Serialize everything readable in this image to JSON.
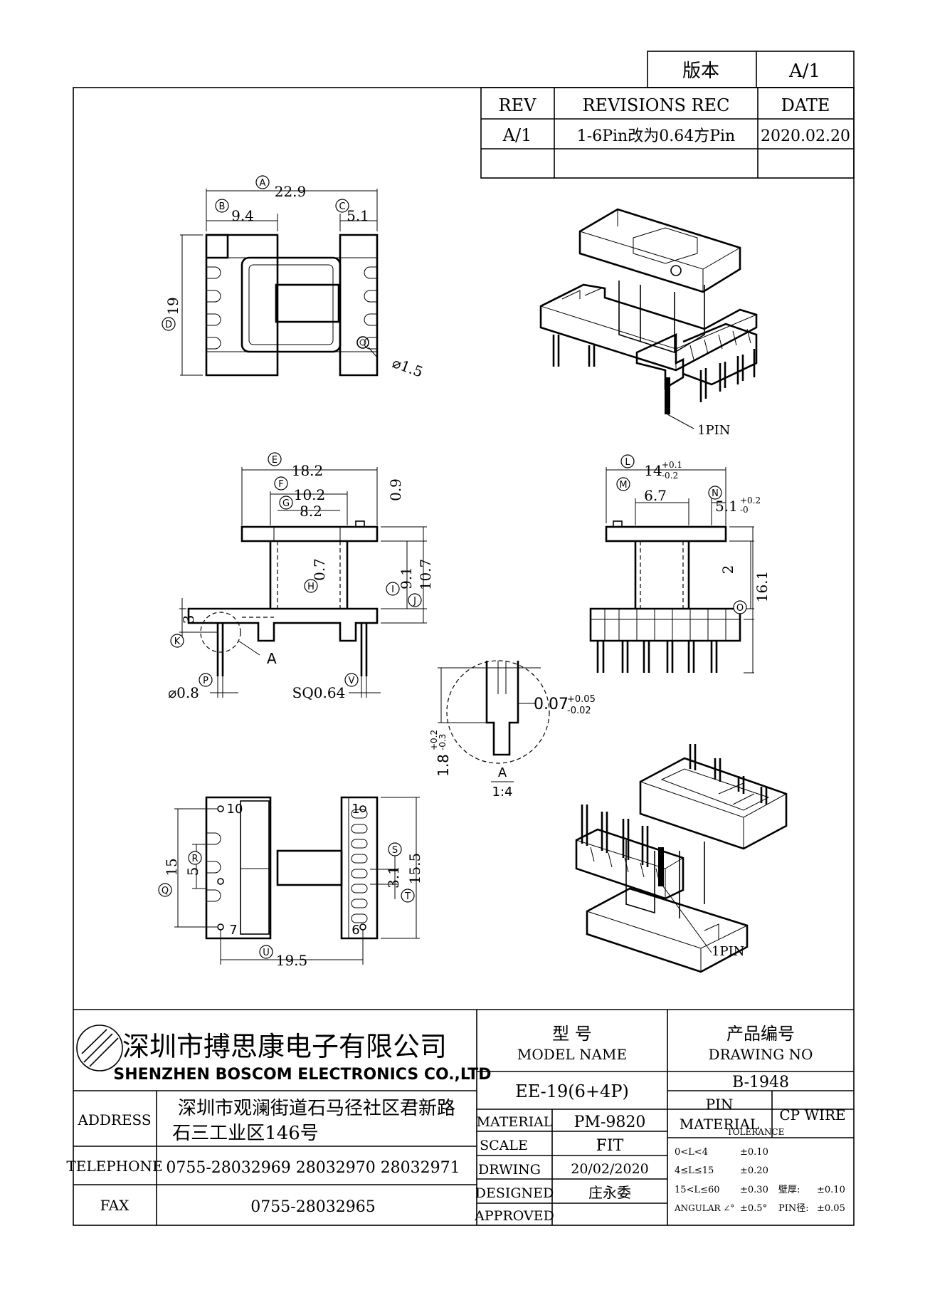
{
  "version_box": {
    "label": "版本",
    "value": "A/1"
  },
  "revisions": {
    "headers": {
      "rev": "REV",
      "rec": "REVISIONS REC",
      "date": "DATE"
    },
    "rows": [
      {
        "rev": "A/1",
        "rec": "1-6Pin改为0.64方Pin",
        "date": "2020.02.20"
      }
    ]
  },
  "drawing": {
    "top_view": {
      "A": "A",
      "A_val": "22.9",
      "B": "B",
      "B_val": "9.4",
      "C": "C",
      "C_val": "5.1",
      "D": "D",
      "D_val": "19",
      "hole": "⌀1.5"
    },
    "front_view": {
      "E": "E",
      "E_val": "18.2",
      "F": "F",
      "F_val": "10.2",
      "G": "G",
      "G_val": "8.2",
      "H": "H",
      "H_val": "0.7",
      "top_dim": "0.9",
      "I": "I",
      "I_val": "9.1",
      "J": "J",
      "J_val": "10.7",
      "K": "K",
      "K_val": "3",
      "P": "P",
      "P_val": "⌀0.8",
      "V": "V",
      "V_val": "SQ0.64",
      "detail_ref": "A"
    },
    "side_view": {
      "L": "L",
      "L_val": "14",
      "L_tol_up": "+0.1",
      "L_tol_dn": "-0.2",
      "M": "M",
      "M_val": "6.7",
      "N": "N",
      "N_val": "5.1",
      "N_tol_up": "+0.2",
      "N_tol_dn": "-0",
      "h2": "2",
      "O": "O",
      "O_val": "16.1"
    },
    "detail": {
      "slot": "0.07",
      "slot_up": "+0.05",
      "slot_dn": "-0.02",
      "len": "1.8",
      "len_up": "+0.2",
      "len_dn": "-0.3",
      "name": "A",
      "scale": "1:4"
    },
    "bottom_view": {
      "Q": "Q",
      "Q_val": "15",
      "R": "R",
      "R_val": "5",
      "S": "S",
      "S_val": "3.1",
      "T": "T",
      "T_val": "15.5",
      "U": "U",
      "U_val": "19.5",
      "pin10": "10",
      "pin1": "1",
      "pin7": "7",
      "pin6": "6"
    },
    "iso_top_pin": "1PIN",
    "iso_bottom_pin": "1PIN"
  },
  "title_block": {
    "company_cn": "深圳市搏思康电子有限公司",
    "company_en": "SHENZHEN BOSCOM ELECTRONICS CO.,LTD",
    "model_label_cn": "型     号",
    "model_label_en": "MODEL NAME",
    "model_value": "EE-19(6+4P)",
    "drawing_no_label_cn": "产品编号",
    "drawing_no_label_en": "DRAWING NO",
    "drawing_no_value": "B-1948",
    "address_label": "ADDRESS",
    "address_line1": "深圳市观澜街道石马径社区君新路",
    "address_line2": "石三工业区146号",
    "telephone_label": "TELEPHONE",
    "telephone_value": "0755-28032969 28032970 28032971",
    "fax_label": "FAX",
    "fax_value": "0755-28032965",
    "material_label": "MATERIAL",
    "material_value": "PM-9820",
    "scale_label": "SCALE",
    "scale_value": "FIT",
    "drwing_label": "DRWING",
    "drwing_value": "20/02/2020",
    "designed_label": "DESIGNED",
    "designed_value": "庄永委",
    "approved_label": "APPROVED",
    "pin_material_label1": "PIN",
    "pin_material_label2": "MATERIAL",
    "pin_material_value": "CP WIRE",
    "tolerance_label": "TOLERANCE",
    "tol": [
      {
        "range": "0<L<4",
        "val": "±0.10"
      },
      {
        "range": "4≤L≤15",
        "val": "±0.20"
      },
      {
        "range": "15<L≤60",
        "val": "±0.30"
      },
      {
        "range": "ANGULAR ∠°",
        "val": "±0.5°"
      }
    ],
    "wall_label": "壁厚:",
    "wall_val": "±0.10",
    "pin_dia_label": "PIN径:",
    "pin_dia_val": "±0.05"
  }
}
